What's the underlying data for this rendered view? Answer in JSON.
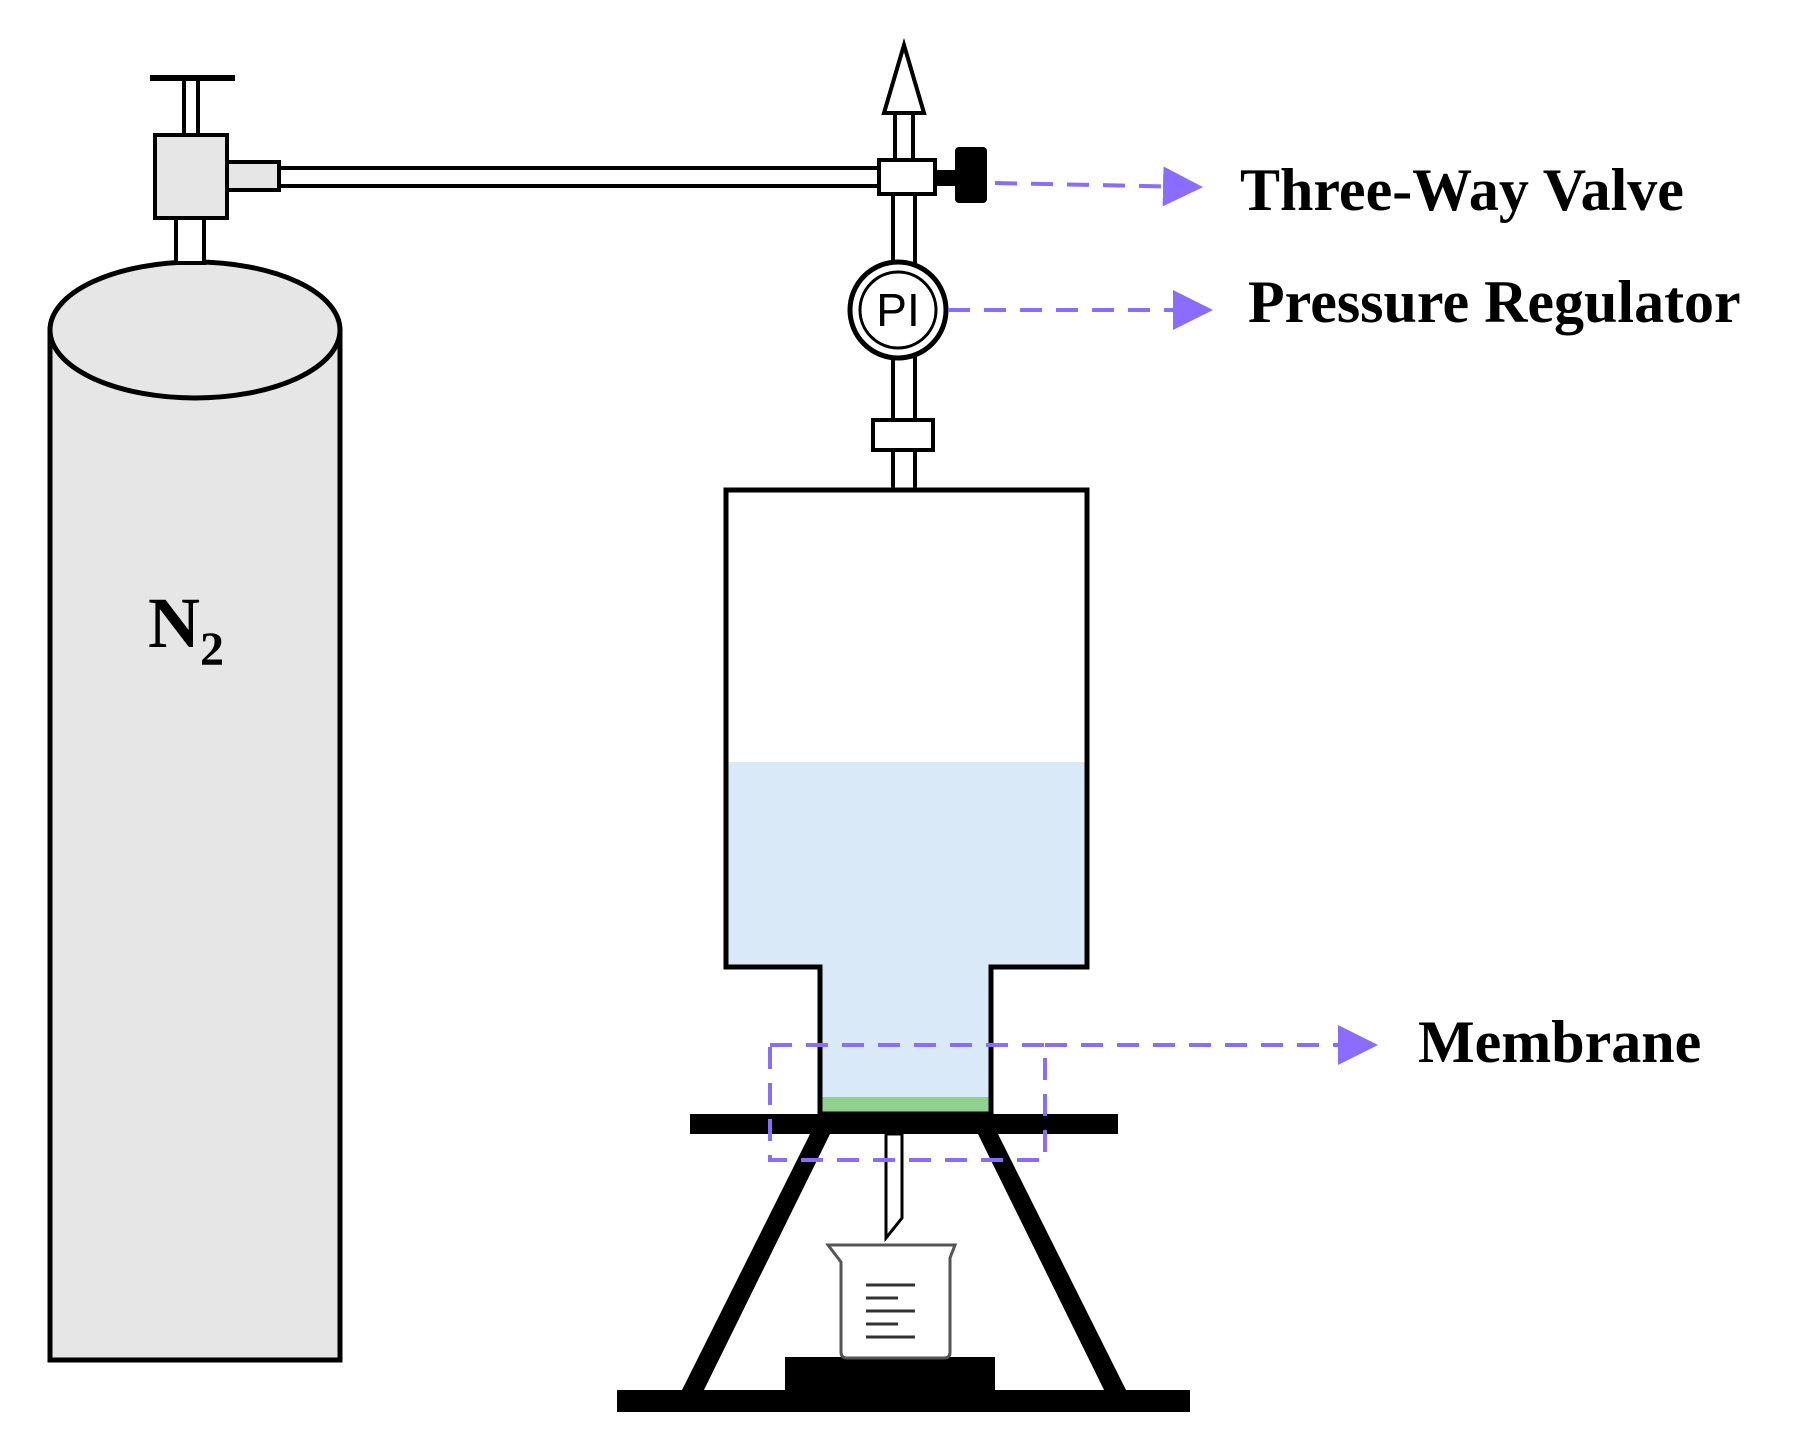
{
  "labels": {
    "three_way_valve": "Three-Way Valve",
    "pressure_regulator": "Pressure Regulator",
    "membrane": "Membrane"
  },
  "cylinder": {
    "gas_symbol": "N",
    "gas_subscript": "2"
  },
  "gauge": {
    "text": "PI"
  },
  "colors": {
    "outline": "#000000",
    "cylinder_fill": "#e6e6e6",
    "liquid_fill": "#dae9f7",
    "membrane_fill": "#8fd18f",
    "callout_line": "#8a6cff",
    "fitting_fill": "#e6e6e6"
  }
}
